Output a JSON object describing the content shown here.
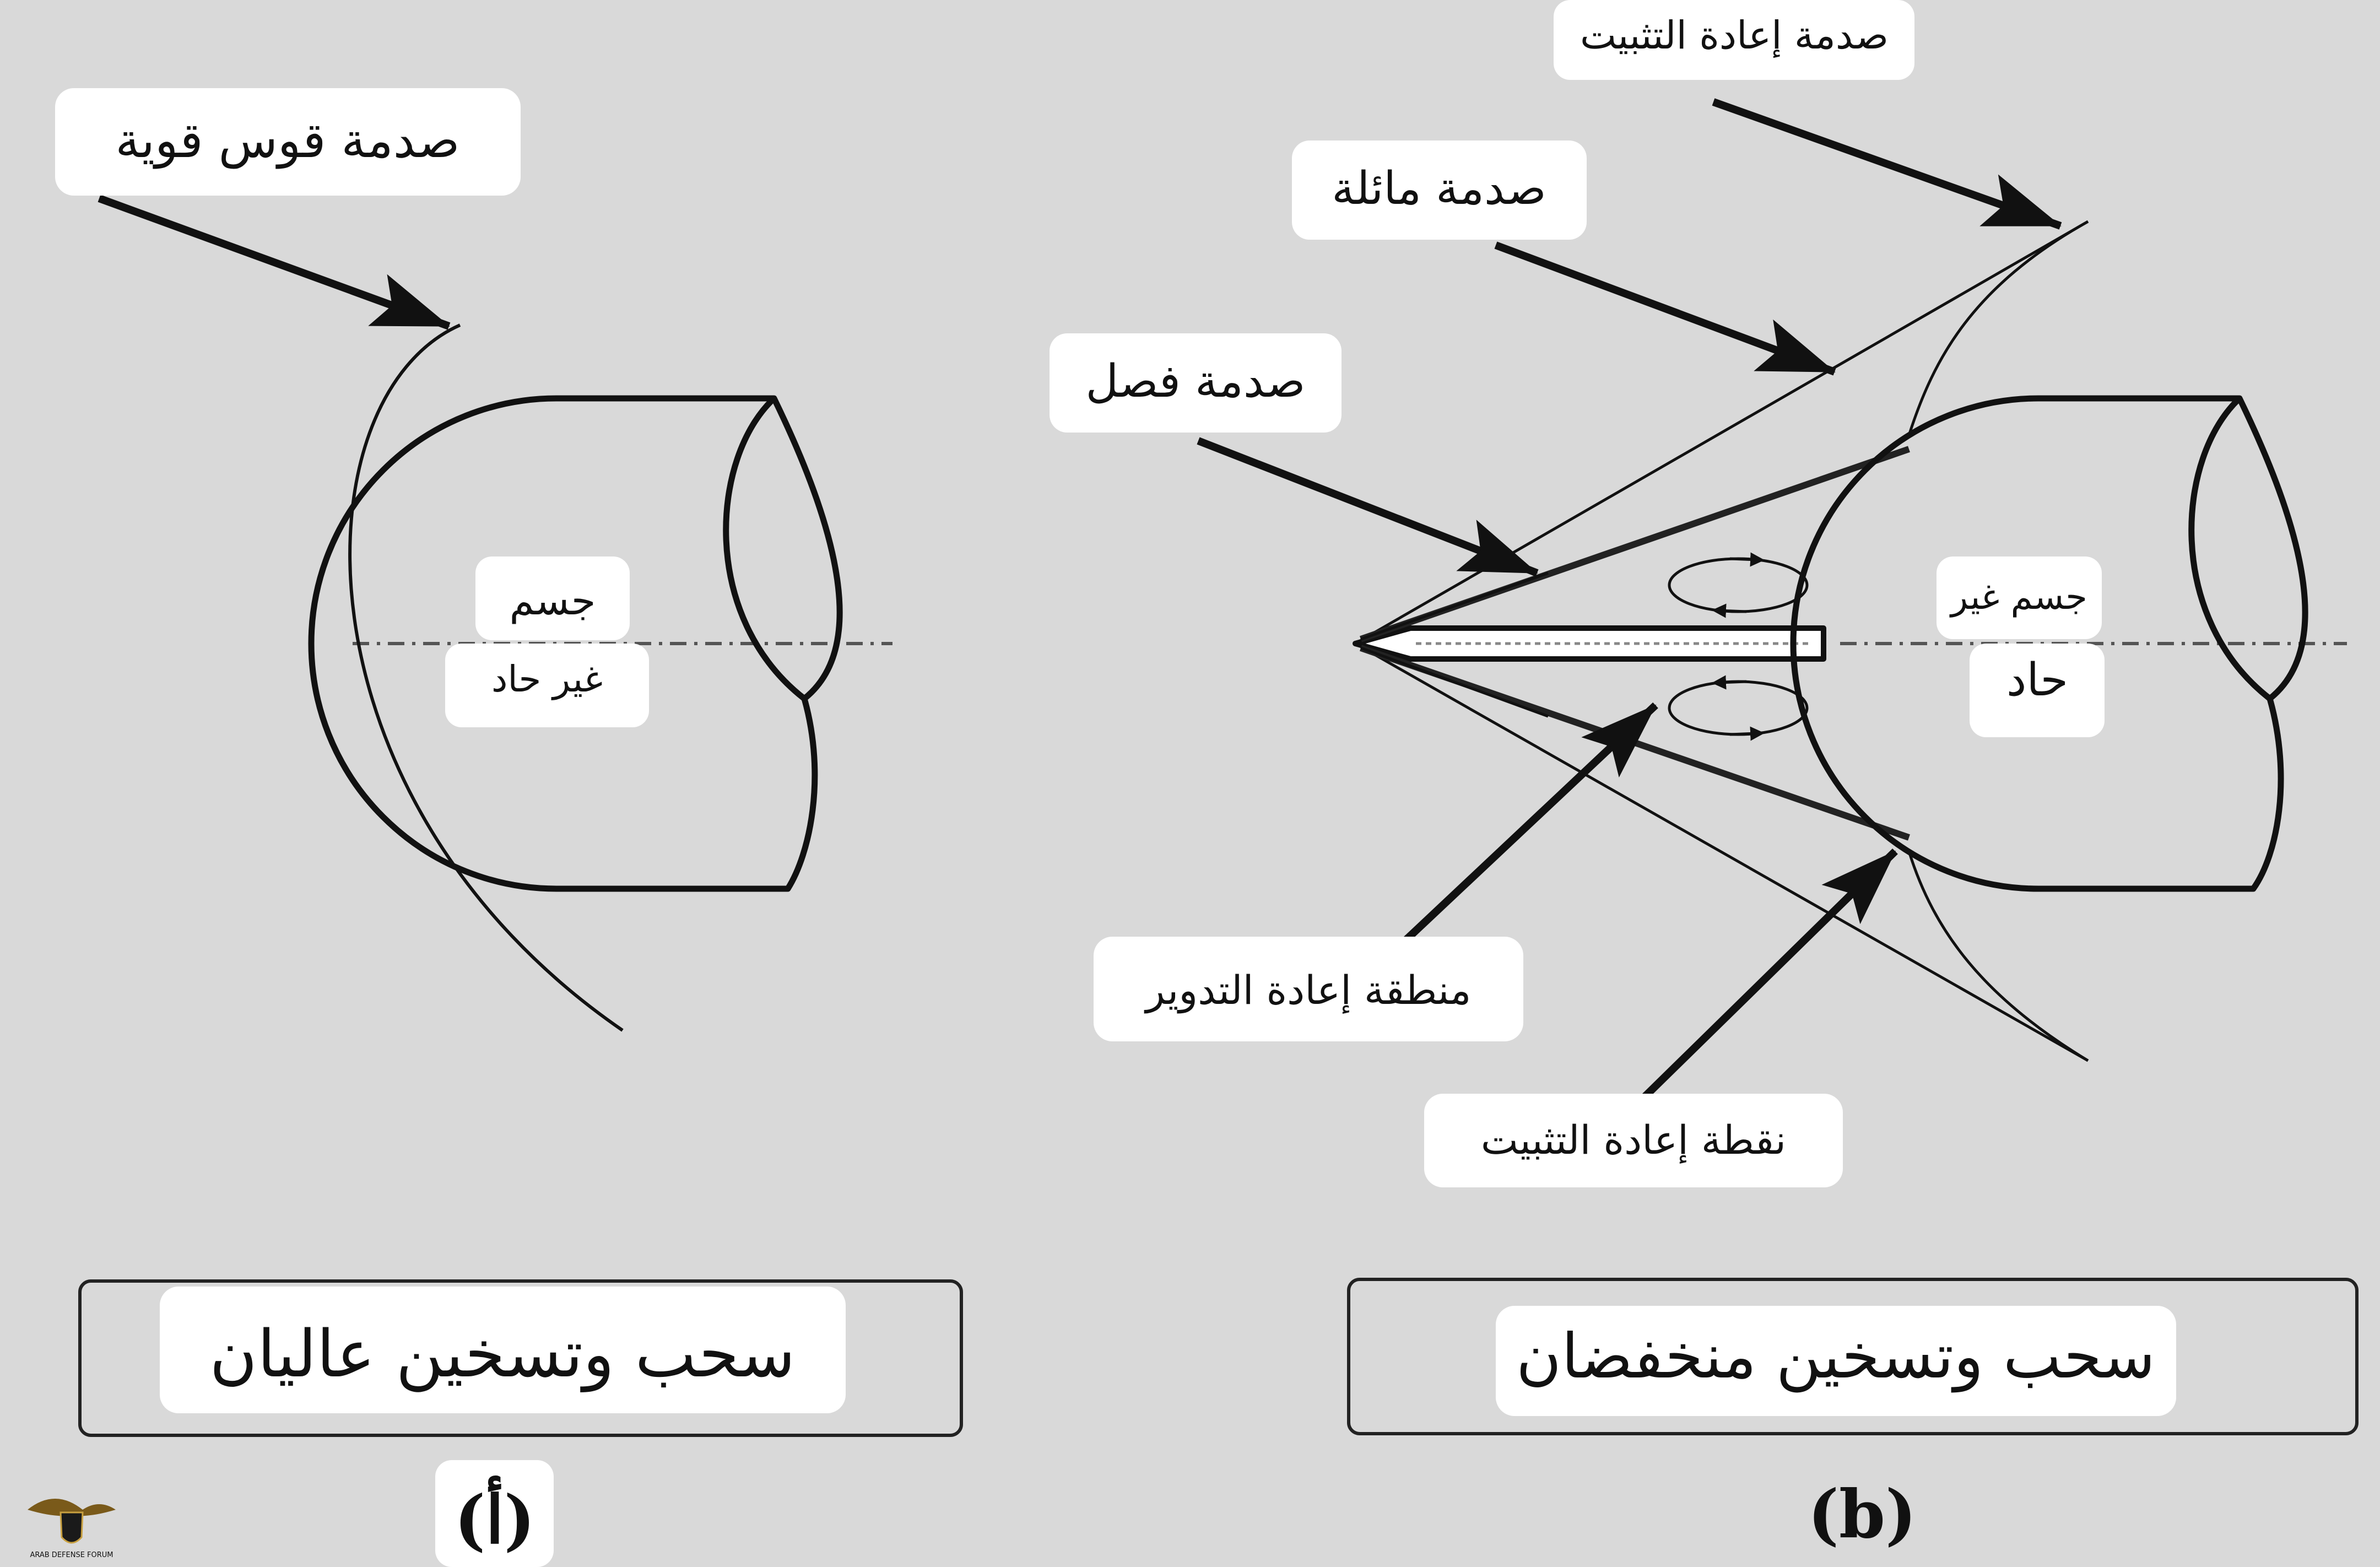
{
  "panel_a": {
    "shock_label": "صدمة قوس قوية",
    "body_label_line1": "جسم",
    "body_label_line2": "غير حاد",
    "caption": "سحب وتسخين عاليان",
    "panel_tag": "(أ)"
  },
  "panel_b": {
    "reattachment_shock_label": "صدمة إعادة التثبيت",
    "oblique_shock_label": "صدمة مائلة",
    "separation_shock_label": "صدمة فصل",
    "recirculation_zone_label": "منطقة إعادة التدوير",
    "reattachment_point_label": "نقطة إعادة التثبيت",
    "body_label_line1": "جسم غير",
    "body_label_line2": "حاد",
    "caption": "سحب وتسخين منخفضان",
    "panel_tag": "(b)"
  },
  "watermark": {
    "logo_icon": "eagle-shield-logo-icon",
    "logo_text": "ARAB DEFENSE FORUM"
  },
  "colors": {
    "background": "#d9d9d9",
    "ink": "#111111",
    "label_card": "#ffffff",
    "centerline": "#555555"
  }
}
